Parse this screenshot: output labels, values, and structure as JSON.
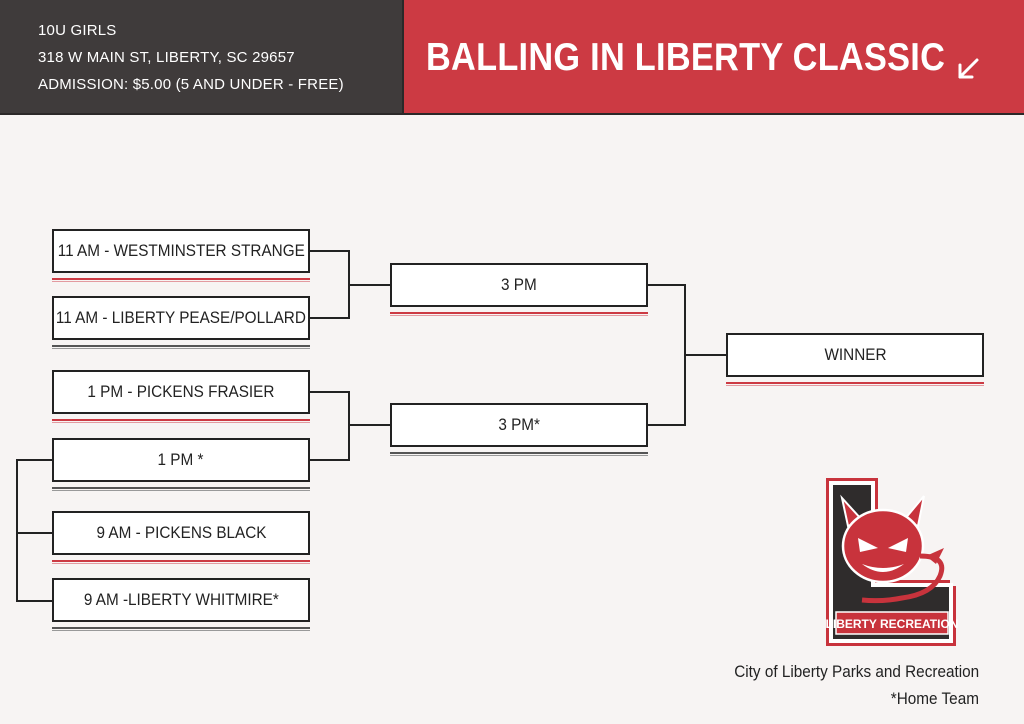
{
  "header": {
    "division": "10U GIRLS",
    "address": "318 W MAIN ST, LIBERTY, SC 29657",
    "admission": "ADMISSION: $5.00 (5 AND UNDER - FREE)",
    "title": "BALLING IN LIBERTY CLASSIC",
    "arrow_icon": "arrow-down-left-icon"
  },
  "bracket": {
    "round1": [
      "11 AM  - WESTMINSTER STRANGE",
      "11 AM - LIBERTY PEASE/POLLARD",
      "1 PM - PICKENS FRASIER",
      "1 PM *"
    ],
    "play_in": [
      "9 AM - PICKENS BLACK",
      "9 AM -LIBERTY WHITMIRE*"
    ],
    "semifinals": [
      "3 PM",
      "3 PM*"
    ],
    "final": "WINNER"
  },
  "logo": {
    "text": "LIBERTY RECREATION",
    "icon": "devil-mascot-icon"
  },
  "footer": {
    "org": "City of Liberty Parks and Recreation",
    "note": "*Home Team"
  },
  "colors": {
    "accent_red": "#cc3a43",
    "dark": "#3f3b3b",
    "background": "#f7f4f3"
  }
}
